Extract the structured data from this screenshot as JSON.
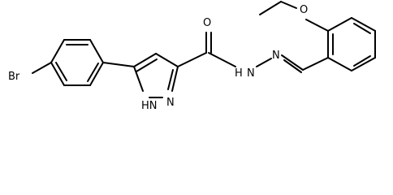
{
  "colors": {
    "bond": "#000000",
    "background": "#ffffff"
  },
  "molecule": {
    "atoms": {
      "br": "Br",
      "nh_pyrazole": "HN",
      "n_pyrazole": "N",
      "o_carbonyl": "O",
      "nh_hydrazide": "H",
      "n_hydrazide": "N",
      "n_imine": "N",
      "o_ether": "O"
    }
  }
}
